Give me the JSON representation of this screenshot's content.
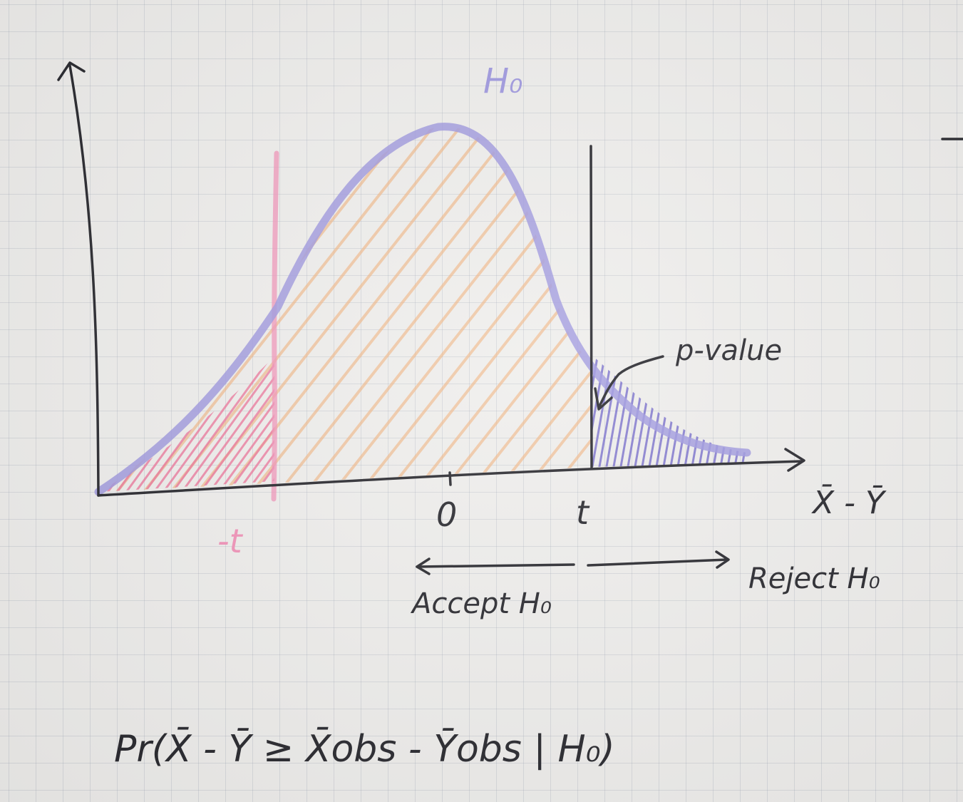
{
  "labels": {
    "null_hypothesis": "H₀",
    "p_value": "p-value",
    "x_axis": "X̄ - Ȳ",
    "zero": "0",
    "t": "t",
    "neg_t": "-t",
    "accept": "Accept H₀",
    "reject": "Reject H₀",
    "formula": "Pr(X̄ - Ȳ ≥ X̄obs - Ȳobs | H₀)"
  },
  "colors": {
    "curve": "#9a93dd",
    "orange_hatch": "#f0b07a",
    "pink_line": "#f08cb4",
    "pink_hatch": "#ec6f96",
    "purple_hatch": "#6f64c8",
    "ink": "#1c1c22"
  }
}
